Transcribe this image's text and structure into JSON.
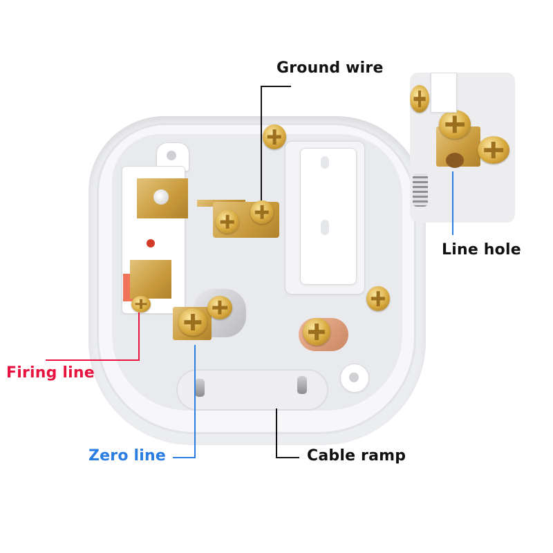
{
  "diagram": {
    "subject": "plug-interior",
    "labels": {
      "ground_wire": "Ground wire",
      "line_hole": "Line hole",
      "firing_line": "Firing line",
      "zero_line": "Zero line",
      "cable_ramp": "Cable ramp"
    },
    "colors": {
      "ground_wire": "#111111",
      "line_hole": "#111111",
      "firing_line": "#e8123f",
      "zero_line": "#2a7de1",
      "cable_ramp": "#111111",
      "ground_wire_leader": "#111111",
      "line_hole_leader": "#2a7de1",
      "firing_line_leader": "#e8123f",
      "zero_line_leader": "#2a7de1",
      "cable_ramp_leader": "#111111"
    }
  }
}
